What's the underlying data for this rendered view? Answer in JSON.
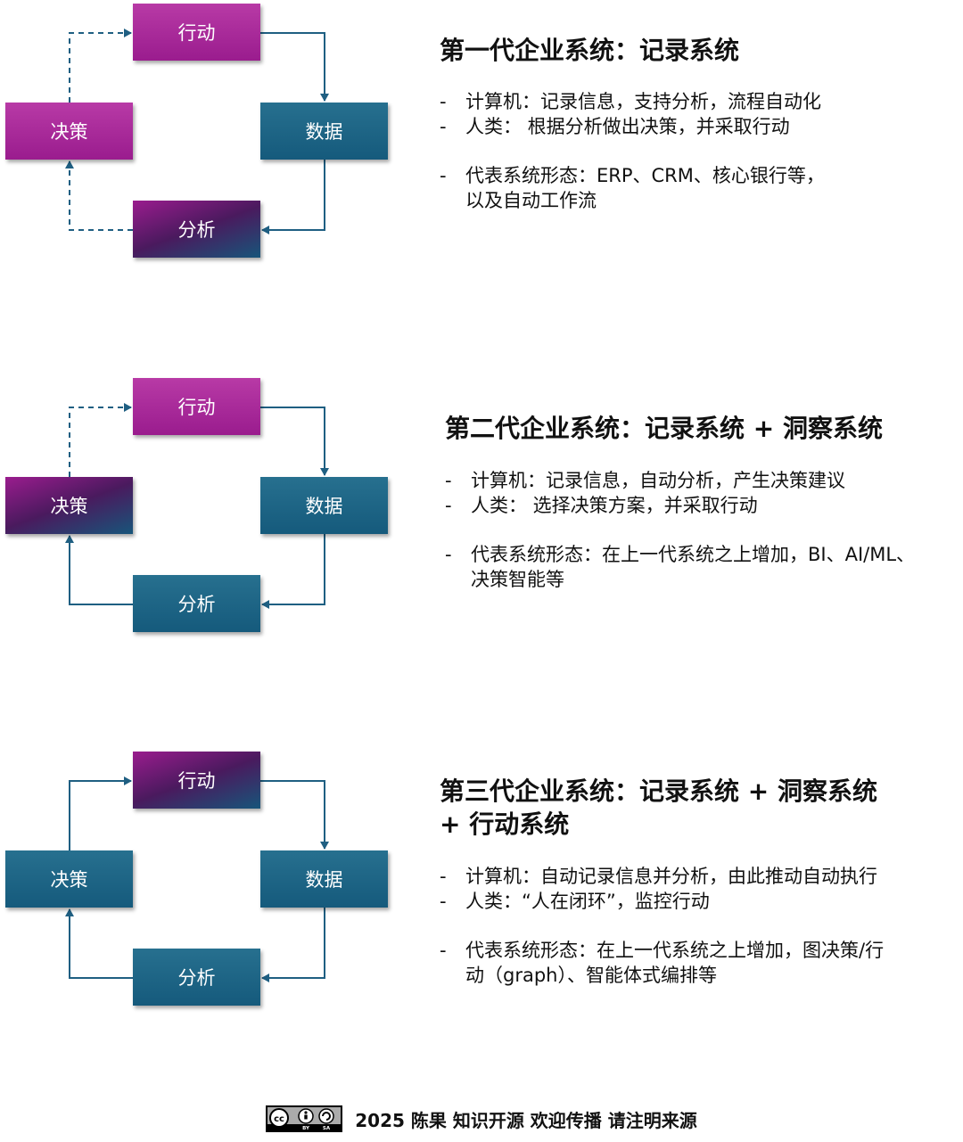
{
  "nodes_label": {
    "action": "行动",
    "data": "数据",
    "analysis": "分析",
    "decision": "决策"
  },
  "colors": {
    "magenta": "#9a1c8e",
    "blue": "#155a7c",
    "arrow": "#1f5f82"
  },
  "sections": [
    {
      "title": "第一代企业系统：记录系统",
      "bullets": [
        "计算机：记录信息，支持分析，流程自动化",
        "人类： 根据分析做出决策，并采取行动"
      ],
      "forms_bullet": [
        "代表系统形态：ERP、CRM、核心银行等，",
        "以及自动工作流"
      ],
      "box_styles": {
        "action": "magenta",
        "data": "blue",
        "analysis": "gradient",
        "decision": "magenta"
      },
      "links_solid": [
        "action-data",
        "data-analysis"
      ],
      "links_dashed": [
        "analysis-decision",
        "decision-action"
      ]
    },
    {
      "title": "第二代企业系统：记录系统 + 洞察系统",
      "bullets": [
        "计算机：记录信息，自动分析，产生决策建议",
        "人类： 选择决策方案，并采取行动"
      ],
      "forms_bullet": [
        "代表系统形态：在上一代系统之上增加，BI、AI/ML、",
        "决策智能等"
      ],
      "box_styles": {
        "action": "magenta",
        "data": "blue",
        "analysis": "blue",
        "decision": "gradient"
      },
      "links_solid": [
        "action-data",
        "data-analysis",
        "analysis-decision"
      ],
      "links_dashed": [
        "decision-action"
      ]
    },
    {
      "title": "第三代企业系统：记录系统 + 洞察系统",
      "title_line2": "+ 行动系统",
      "bullets": [
        "计算机：自动记录信息并分析，由此推动自动执行",
        "人类：“人在闭环”，监控行动"
      ],
      "forms_bullet": [
        "代表系统形态：在上一代系统之上增加，图决策/行",
        "动（graph）、智能体式编排等"
      ],
      "box_styles": {
        "action": "gradient",
        "data": "blue",
        "analysis": "blue",
        "decision": "blue"
      },
      "links_solid": [
        "action-data",
        "data-analysis",
        "analysis-decision",
        "decision-action"
      ],
      "links_dashed": []
    }
  ],
  "bullet_dash": "-",
  "footer": {
    "license_icon": "cc-by-sa-badge",
    "cc_small_by": "BY",
    "cc_small_sa": "SA",
    "text": "2025 陈果  知识开源 欢迎传播 请注明来源"
  }
}
